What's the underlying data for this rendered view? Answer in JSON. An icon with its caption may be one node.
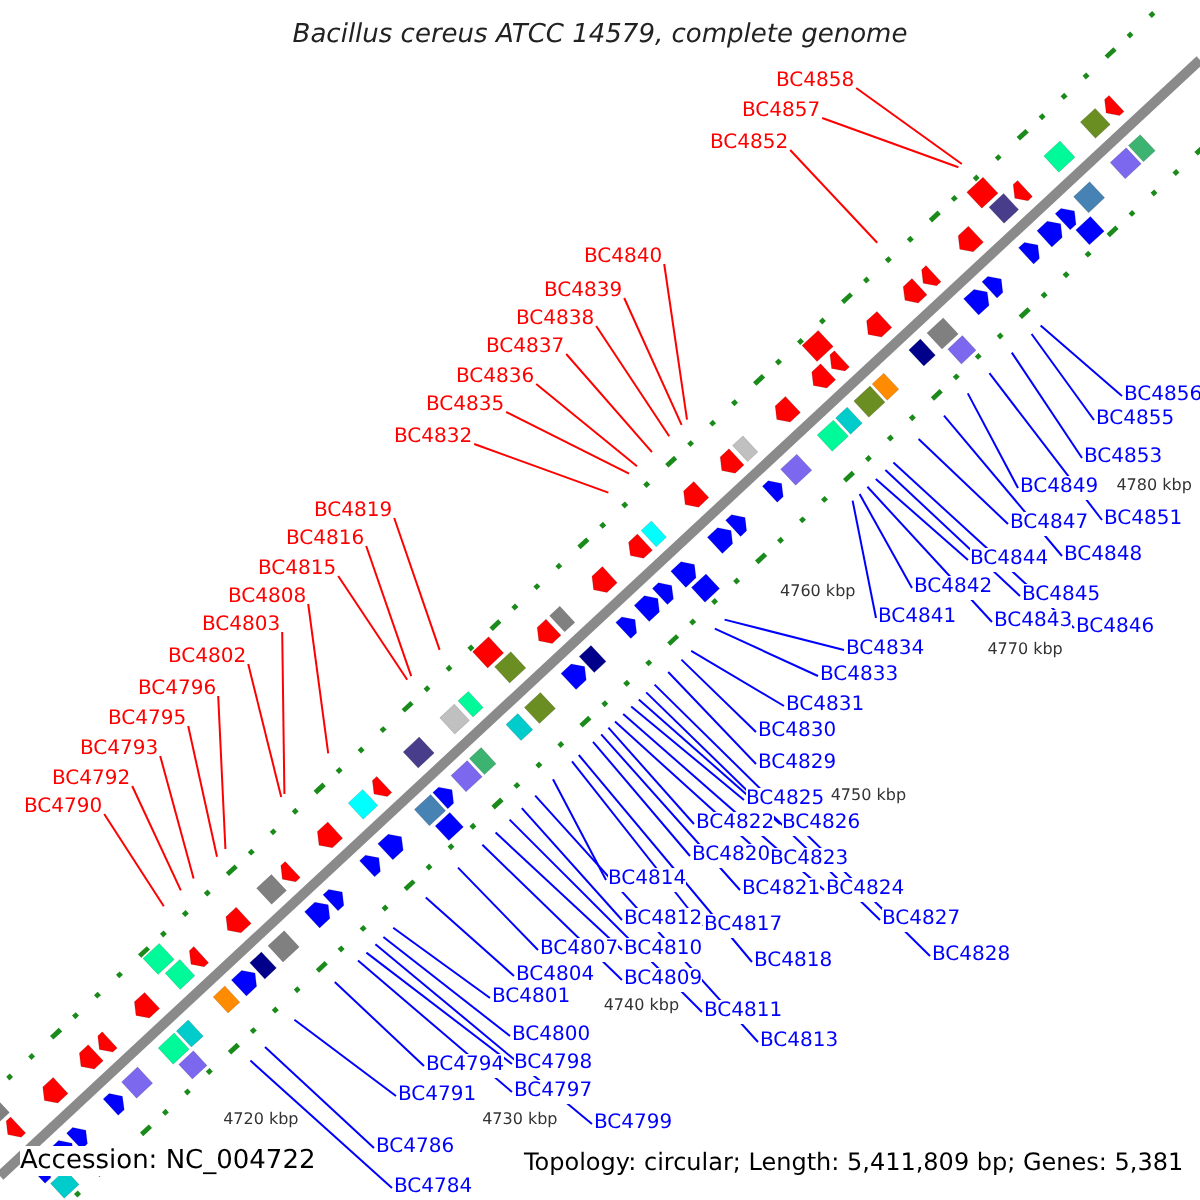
{
  "diagram": {
    "title": "Bacillus cereus ATCC 14579, complete genome",
    "nodes": [
      {
        "text": [
          "BC4858"
        ]
      },
      {
        "text": [
          "BC4857"
        ]
      },
      {
        "text": [
          "BC4852"
        ]
      },
      {
        "text": [
          "BC4840"
        ]
      },
      {
        "text": [
          "BC4839"
        ]
      },
      {
        "text": [
          "BC4838"
        ]
      },
      {
        "text": [
          "BC4837"
        ]
      },
      {
        "text": [
          "BC4836"
        ]
      },
      {
        "text": [
          "BC4835"
        ]
      },
      {
        "text": [
          "BC4832"
        ]
      },
      {
        "text": [
          "BC4819"
        ]
      },
      {
        "text": [
          "BC4816"
        ]
      },
      {
        "text": [
          "BC4815"
        ]
      },
      {
        "text": [
          "BC4808"
        ]
      },
      {
        "text": [
          "BC4803"
        ]
      },
      {
        "text": [
          "BC4802"
        ]
      },
      {
        "text": [
          "BC4796"
        ]
      },
      {
        "text": [
          "BC4795"
        ]
      },
      {
        "text": [
          "BC4793"
        ]
      },
      {
        "text": [
          "BC4792"
        ]
      },
      {
        "text": [
          "BC4790"
        ]
      },
      {
        "text": [
          "BC4856"
        ]
      },
      {
        "text": [
          "BC4855"
        ]
      },
      {
        "text": [
          "BC4853"
        ]
      },
      {
        "text": [
          "BC4849"
        ]
      },
      {
        "text": [
          "BC4851"
        ]
      },
      {
        "text": [
          "BC4847"
        ]
      },
      {
        "text": [
          "BC4848"
        ]
      },
      {
        "text": [
          "BC4844"
        ]
      },
      {
        "text": [
          "BC4845"
        ]
      },
      {
        "text": [
          "BC4842"
        ]
      },
      {
        "text": [
          "BC4843"
        ]
      },
      {
        "text": [
          "BC4846"
        ]
      },
      {
        "text": [
          "BC4841"
        ]
      },
      {
        "text": [
          "BC4834"
        ]
      },
      {
        "text": [
          "BC4833"
        ]
      },
      {
        "text": [
          "BC4831"
        ]
      },
      {
        "text": [
          "BC4830"
        ]
      },
      {
        "text": [
          "BC4829"
        ]
      },
      {
        "text": [
          "BC4825"
        ]
      },
      {
        "text": [
          "BC4826"
        ]
      },
      {
        "text": [
          "BC4822"
        ]
      },
      {
        "text": [
          "BC4823"
        ]
      },
      {
        "text": [
          "BC4820"
        ]
      },
      {
        "text": [
          "BC4821"
        ]
      },
      {
        "text": [
          "BC4824"
        ]
      },
      {
        "text": [
          "BC4814"
        ]
      },
      {
        "text": [
          "BC4817"
        ]
      },
      {
        "text": [
          "BC4812"
        ]
      },
      {
        "text": [
          "BC4827"
        ]
      },
      {
        "text": [
          "BC4807"
        ]
      },
      {
        "text": [
          "BC4810"
        ]
      },
      {
        "text": [
          "BC4818"
        ]
      },
      {
        "text": [
          "BC4828"
        ]
      },
      {
        "text": [
          "BC4804"
        ]
      },
      {
        "text": [
          "BC4809"
        ]
      },
      {
        "text": [
          "BC4811"
        ]
      },
      {
        "text": [
          "BC4801"
        ]
      },
      {
        "text": [
          "BC4813"
        ]
      },
      {
        "text": [
          "BC4800"
        ]
      },
      {
        "text": [
          "BC4794"
        ]
      },
      {
        "text": [
          "BC4798"
        ]
      },
      {
        "text": [
          "BC4797"
        ]
      },
      {
        "text": [
          "BC4791"
        ]
      },
      {
        "text": [
          "BC4799"
        ]
      },
      {
        "text": [
          "BC4786"
        ]
      },
      {
        "text": [
          "BC4784"
        ]
      }
    ],
    "edges": [
      {
        "from": 0,
        "to": null,
        "arrow": "none",
        "color": "#ff0000"
      },
      {
        "from": 1,
        "to": null,
        "arrow": "none",
        "color": "#ff0000"
      },
      {
        "from": 2,
        "to": null,
        "arrow": "none",
        "color": "#ff0000"
      },
      {
        "from": 3,
        "to": null,
        "arrow": "none",
        "color": "#ff0000"
      },
      {
        "from": 4,
        "to": null,
        "arrow": "none",
        "color": "#ff0000"
      },
      {
        "from": 5,
        "to": null,
        "arrow": "none",
        "color": "#ff0000"
      },
      {
        "from": 6,
        "to": null,
        "arrow": "none",
        "color": "#ff0000"
      },
      {
        "from": 7,
        "to": null,
        "arrow": "none",
        "color": "#ff0000"
      },
      {
        "from": 8,
        "to": null,
        "arrow": "none",
        "color": "#ff0000"
      },
      {
        "from": 9,
        "to": null,
        "arrow": "none",
        "color": "#ff0000"
      },
      {
        "from": 10,
        "to": null,
        "arrow": "none",
        "color": "#ff0000"
      },
      {
        "from": 11,
        "to": null,
        "arrow": "none",
        "color": "#ff0000"
      },
      {
        "from": 12,
        "to": null,
        "arrow": "none",
        "color": "#ff0000"
      },
      {
        "from": 13,
        "to": null,
        "arrow": "none",
        "color": "#ff0000"
      },
      {
        "from": 14,
        "to": null,
        "arrow": "none",
        "color": "#ff0000"
      },
      {
        "from": 15,
        "to": null,
        "arrow": "none",
        "color": "#ff0000"
      },
      {
        "from": 16,
        "to": null,
        "arrow": "none",
        "color": "#ff0000"
      },
      {
        "from": 17,
        "to": null,
        "arrow": "none",
        "color": "#ff0000"
      },
      {
        "from": 18,
        "to": null,
        "arrow": "none",
        "color": "#ff0000"
      },
      {
        "from": 19,
        "to": null,
        "arrow": "none",
        "color": "#ff0000"
      },
      {
        "from": 20,
        "to": null,
        "arrow": "none",
        "color": "#ff0000"
      },
      {
        "from": 21,
        "to": null,
        "arrow": "none",
        "color": "#0000ff"
      },
      {
        "from": 22,
        "to": null,
        "arrow": "none",
        "color": "#0000ff"
      },
      {
        "from": 23,
        "to": null,
        "arrow": "none",
        "color": "#0000ff"
      },
      {
        "from": 24,
        "to": null,
        "arrow": "none",
        "color": "#0000ff"
      },
      {
        "from": 25,
        "to": null,
        "arrow": "none",
        "color": "#0000ff"
      },
      {
        "from": 26,
        "to": null,
        "arrow": "none",
        "color": "#0000ff"
      },
      {
        "from": 27,
        "to": null,
        "arrow": "none",
        "color": "#0000ff"
      },
      {
        "from": 28,
        "to": null,
        "arrow": "none",
        "color": "#0000ff"
      },
      {
        "from": 29,
        "to": null,
        "arrow": "none",
        "color": "#0000ff"
      },
      {
        "from": 30,
        "to": null,
        "arrow": "none",
        "color": "#0000ff"
      },
      {
        "from": 31,
        "to": null,
        "arrow": "none",
        "color": "#0000ff"
      },
      {
        "from": 32,
        "to": null,
        "arrow": "none",
        "color": "#0000ff"
      },
      {
        "from": 33,
        "to": null,
        "arrow": "none",
        "color": "#0000ff"
      },
      {
        "from": 34,
        "to": null,
        "arrow": "none",
        "color": "#0000ff"
      },
      {
        "from": 35,
        "to": null,
        "arrow": "none",
        "color": "#0000ff"
      },
      {
        "from": 36,
        "to": null,
        "arrow": "none",
        "color": "#0000ff"
      },
      {
        "from": 37,
        "to": null,
        "arrow": "none",
        "color": "#0000ff"
      },
      {
        "from": 38,
        "to": null,
        "arrow": "none",
        "color": "#0000ff"
      },
      {
        "from": 39,
        "to": null,
        "arrow": "none",
        "color": "#0000ff"
      },
      {
        "from": 40,
        "to": null,
        "arrow": "none",
        "color": "#0000ff"
      },
      {
        "from": 41,
        "to": null,
        "arrow": "none",
        "color": "#0000ff"
      },
      {
        "from": 42,
        "to": null,
        "arrow": "none",
        "color": "#0000ff"
      },
      {
        "from": 43,
        "to": null,
        "arrow": "none",
        "color": "#0000ff"
      },
      {
        "from": 44,
        "to": null,
        "arrow": "none",
        "color": "#0000ff"
      },
      {
        "from": 45,
        "to": null,
        "arrow": "none",
        "color": "#0000ff"
      },
      {
        "from": 46,
        "to": null,
        "arrow": "none",
        "color": "#0000ff"
      },
      {
        "from": 47,
        "to": null,
        "arrow": "none",
        "color": "#0000ff"
      },
      {
        "from": 48,
        "to": null,
        "arrow": "none",
        "color": "#0000ff"
      },
      {
        "from": 49,
        "to": null,
        "arrow": "none",
        "color": "#0000ff"
      },
      {
        "from": 50,
        "to": null,
        "arrow": "none",
        "color": "#0000ff"
      },
      {
        "from": 51,
        "to": null,
        "arrow": "none",
        "color": "#0000ff"
      },
      {
        "from": 52,
        "to": null,
        "arrow": "none",
        "color": "#0000ff"
      },
      {
        "from": 53,
        "to": null,
        "arrow": "none",
        "color": "#0000ff"
      },
      {
        "from": 54,
        "to": null,
        "arrow": "none",
        "color": "#0000ff"
      },
      {
        "from": 55,
        "to": null,
        "arrow": "none",
        "color": "#0000ff"
      },
      {
        "from": 56,
        "to": null,
        "arrow": "none",
        "color": "#0000ff"
      },
      {
        "from": 57,
        "to": null,
        "arrow": "none",
        "color": "#0000ff"
      },
      {
        "from": 58,
        "to": null,
        "arrow": "none",
        "color": "#0000ff"
      },
      {
        "from": 59,
        "to": null,
        "arrow": "none",
        "color": "#0000ff"
      },
      {
        "from": 60,
        "to": null,
        "arrow": "none",
        "color": "#0000ff"
      },
      {
        "from": 61,
        "to": null,
        "arrow": "none",
        "color": "#0000ff"
      },
      {
        "from": 62,
        "to": null,
        "arrow": "none",
        "color": "#0000ff"
      },
      {
        "from": 63,
        "to": null,
        "arrow": "none",
        "color": "#0000ff"
      },
      {
        "from": 64,
        "to": null,
        "arrow": "none",
        "color": "#0000ff"
      },
      {
        "from": 65,
        "to": null,
        "arrow": "none",
        "color": "#0000ff"
      },
      {
        "from": 66,
        "to": null,
        "arrow": "none",
        "color": "#0000ff"
      }
    ],
    "labels": [
      "4780 kbp",
      "4770 kbp",
      "4760 kbp",
      "4750 kbp",
      "4740 kbp",
      "4730 kbp",
      "4720 kbp",
      "Accession: NC_004722",
      "Topology: circular; Length: 5,411,809 bp; Genes: 5,381"
    ]
  }
}
